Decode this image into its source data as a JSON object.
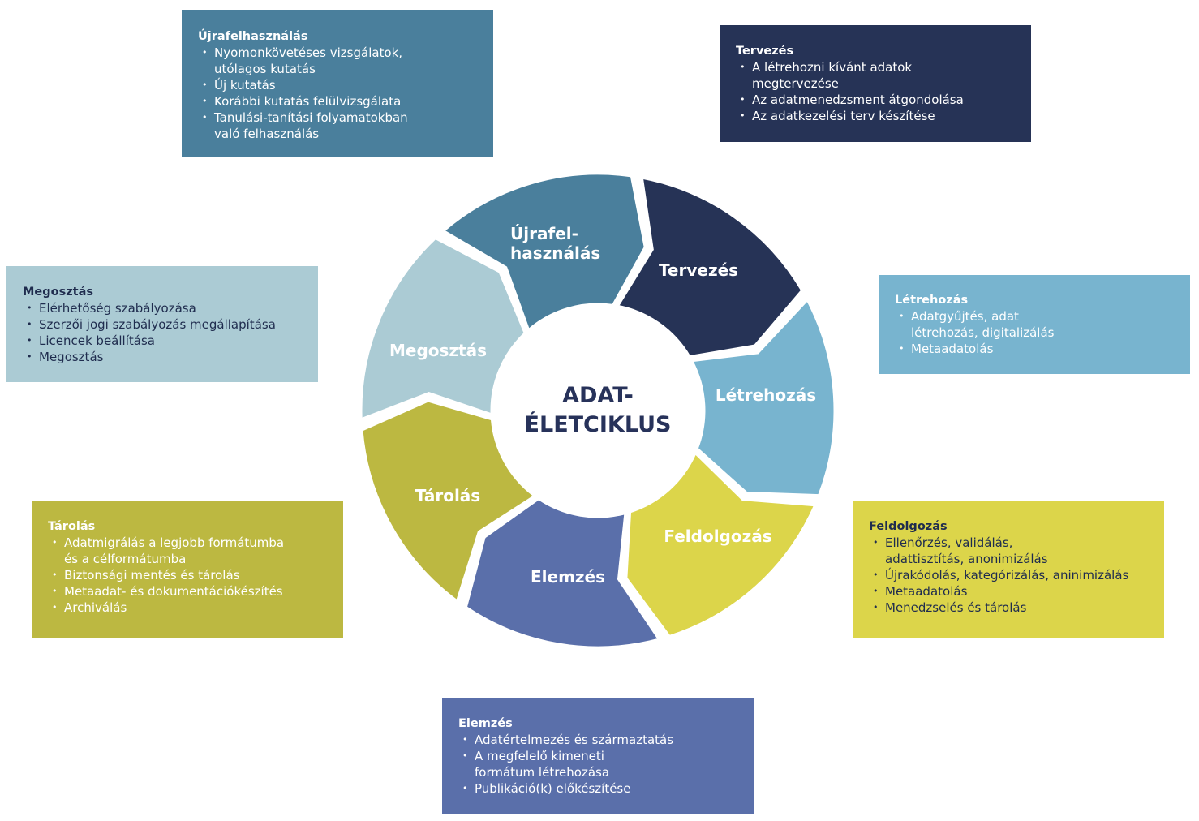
{
  "colors": {
    "ujrafelhasznalas": "#4a7f9c",
    "tervezes": "#263356",
    "letrehozas": "#78b4cf",
    "feldolgozas": "#dcd54a",
    "elemzes": "#5a6faa",
    "tarolas": "#bcb841",
    "megosztas": "#abcbd4",
    "center_text": "#27325a"
  },
  "center": {
    "line1": "ADAT-",
    "line2": "ÉLETCIKLUS"
  },
  "segments": {
    "ujrafelhasznalas": {
      "line1": "Újrafel-",
      "line2": "használás"
    },
    "tervezes": {
      "label": "Tervezés"
    },
    "letrehozas": {
      "label": "Létrehozás"
    },
    "feldolgozas": {
      "label": "Feldolgozás"
    },
    "elemzes": {
      "label": "Elemzés"
    },
    "tarolas": {
      "label": "Tárolás"
    },
    "megosztas": {
      "label": "Megosztás"
    }
  },
  "boxes": {
    "ujrafelhasznalas": {
      "title": "Újrafelhasználás",
      "items": [
        "Nyomonkövetéses vizsgálatok,\nutólagos kutatás",
        "Új kutatás",
        "Korábbi kutatás felülvizsgálata",
        "Tanulási-tanítási folyamatokban\nvaló felhasználás"
      ]
    },
    "tervezes": {
      "title": "Tervezés",
      "items": [
        "A létrehozni kívánt adatok\nmegtervezése",
        "Az adatmenedzsment átgondolása",
        "Az adatkezelési terv készítése"
      ]
    },
    "megosztas": {
      "title": "Megosztás",
      "items": [
        "Elérhetőség szabályozása",
        "Szerzői jogi szabályozás megállapítása",
        "Licencek beállítása",
        "Megosztás"
      ]
    },
    "letrehozas": {
      "title": "Létrehozás",
      "items": [
        "Adatgyűjtés, adat\nlétrehozás, digitalizálás",
        "Metaadatolás"
      ]
    },
    "tarolas": {
      "title": "Tárolás",
      "items": [
        "Adatmigrálás a legjobb formátumba\nés a célformátumba",
        "Biztonsági mentés és tárolás",
        "Metaadat- és dokumentációkészítés",
        "Archiválás"
      ]
    },
    "feldolgozas": {
      "title": "Feldolgozás",
      "items": [
        "Ellenőrzés, validálás,\nadattisztítás, anonimizálás",
        "Újrakódolás, kategórizálás, aninimizálás",
        "Metaadatolás",
        "Menedzselés és tárolás"
      ]
    },
    "elemzes": {
      "title": "Elemzés",
      "items": [
        "Adatértelmezés és származtatás",
        "A megfelelő kimeneti\nformátum létrehozása",
        "Publikáció(k) előkészítése"
      ]
    }
  }
}
